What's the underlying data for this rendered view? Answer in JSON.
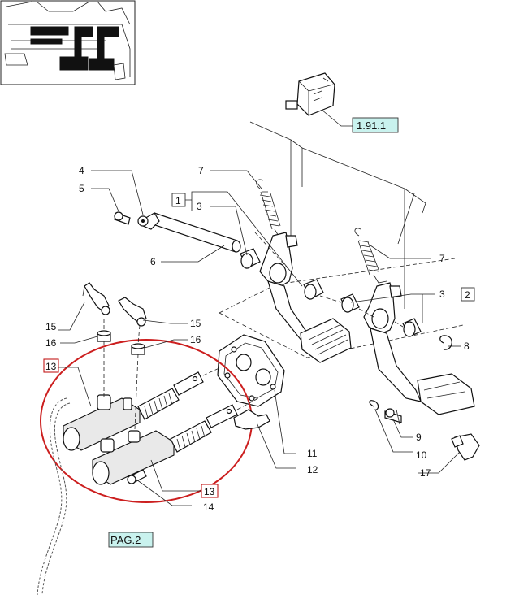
{
  "diagram": {
    "reference_tags": [
      {
        "id": "ref-1-91-1",
        "text": "1.91.1"
      },
      {
        "id": "ref-pag-2",
        "text": "PAG.2"
      }
    ],
    "part_labels": {
      "l1": "1",
      "l2": "2",
      "l3a": "3",
      "l3b": "3",
      "l4": "4",
      "l5": "5",
      "l6": "6",
      "l7a": "7",
      "l7b": "7",
      "l8": "8",
      "l9": "9",
      "l10": "10",
      "l11": "11",
      "l12": "12",
      "l13a": "13",
      "l13b": "13",
      "l14": "14",
      "l15a": "15",
      "l15b": "15",
      "l16a": "16",
      "l16b": "16",
      "l17": "17"
    },
    "colors": {
      "highlight_ellipse": "#cc1f1f",
      "reference_fill": "#c9f2ee",
      "line": "#222222"
    }
  }
}
